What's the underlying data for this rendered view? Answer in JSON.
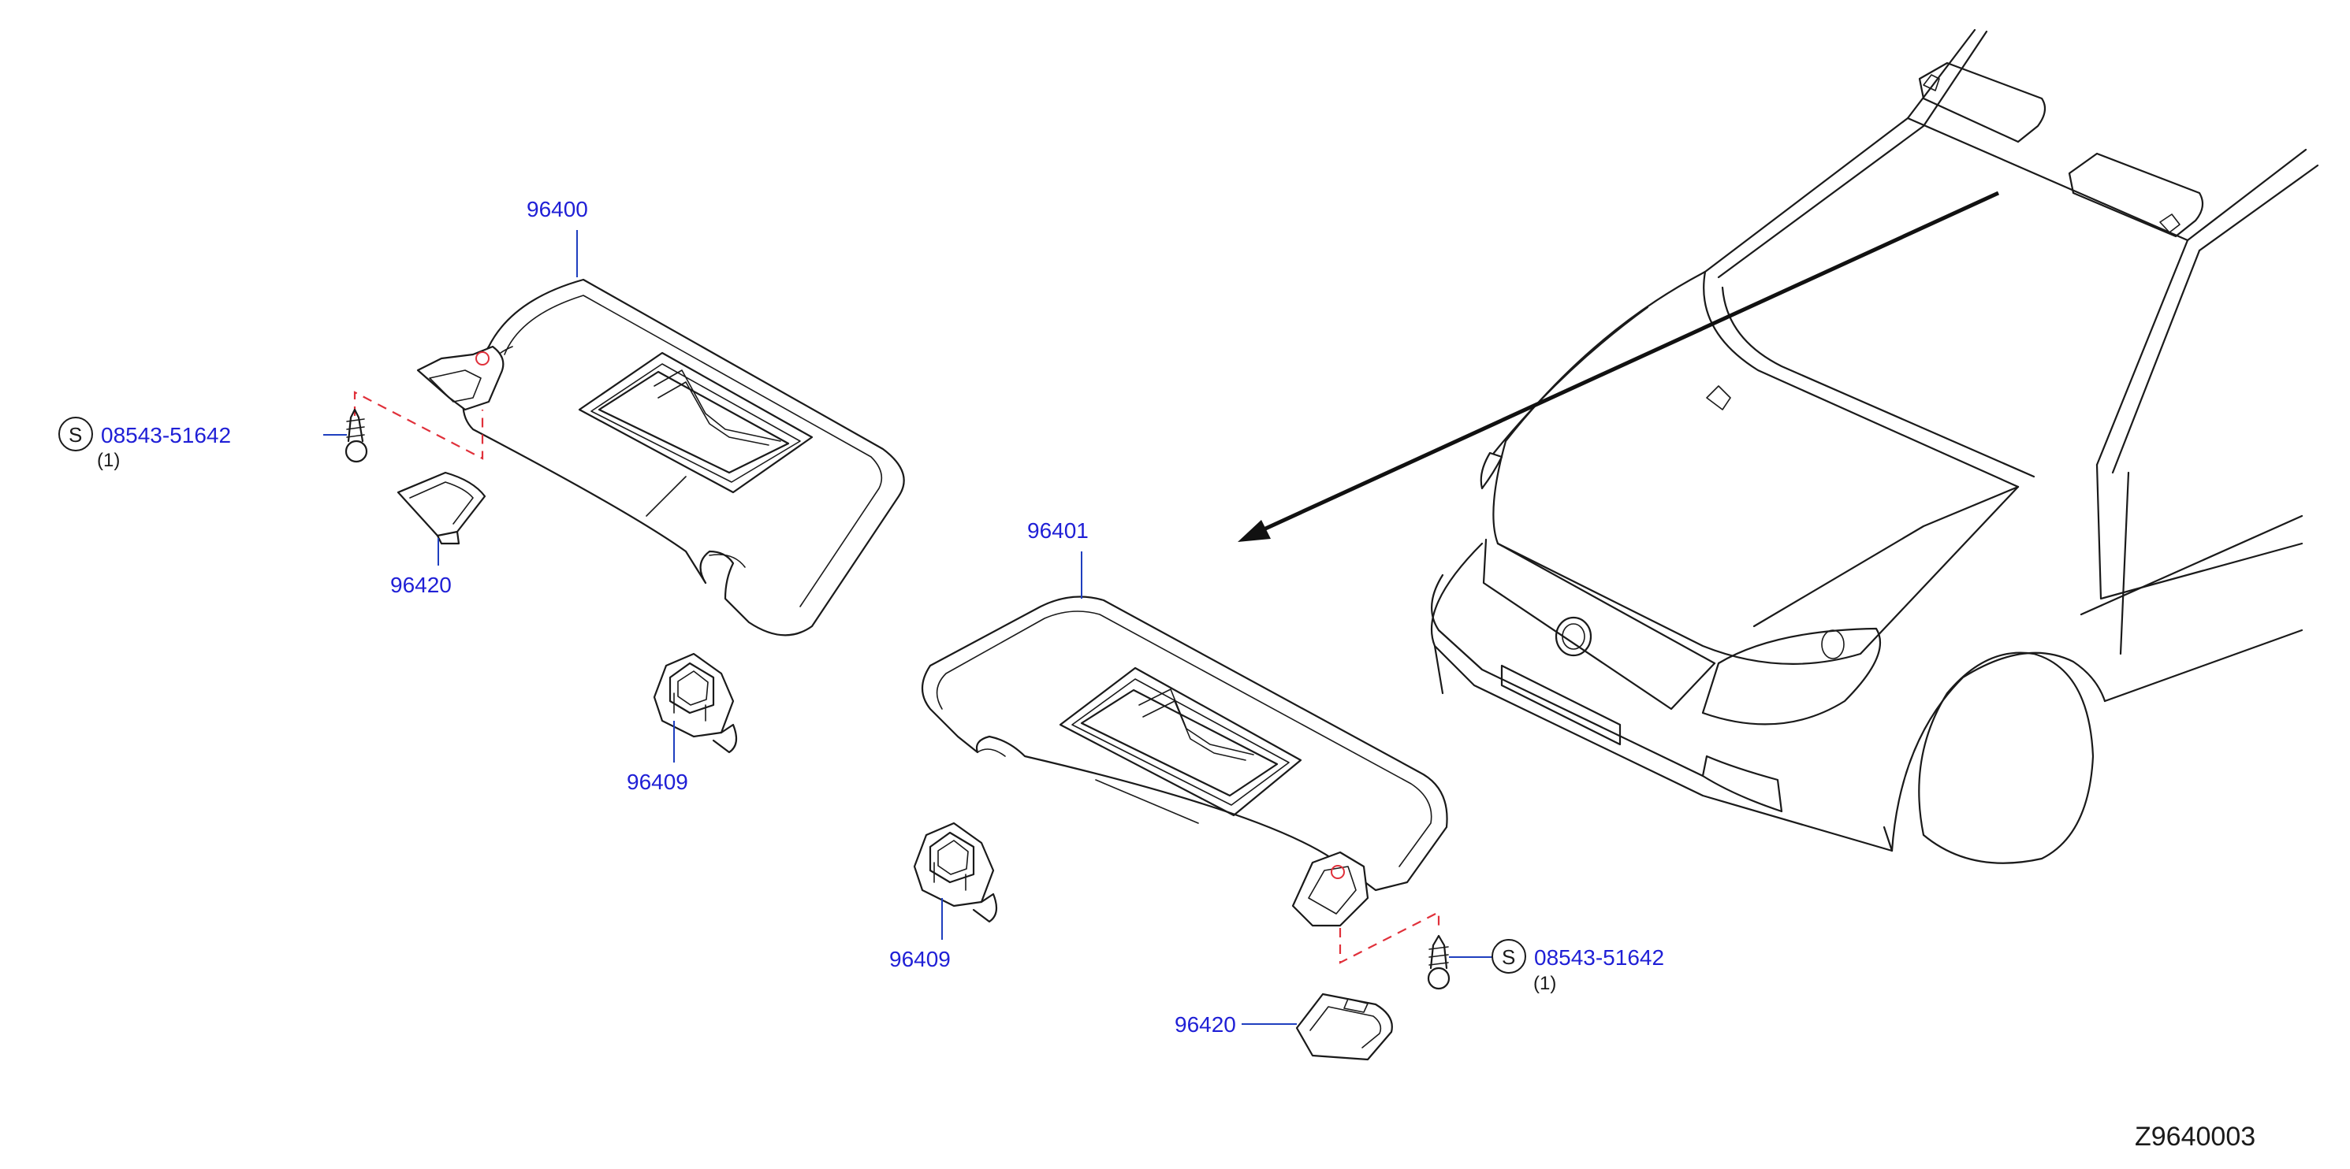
{
  "callouts": {
    "visor_driver": "96400",
    "visor_passenger": "96401",
    "holder_left": "96409",
    "holder_right": "96409",
    "cover_left": "96420",
    "cover_right": "96420",
    "screw_left": "08543-51642",
    "screw_right": "08543-51642",
    "screw_left_qty": "(1)",
    "screw_right_qty": "(1)",
    "standard_part_symbol": "S"
  },
  "diagram_code": "Z9640003",
  "colors": {
    "callout_text": "#1f1fd6",
    "leader_line": "#1f3fbf",
    "fastener_dashed_line": "#e0303a",
    "line_art": "#1a1a1a"
  }
}
